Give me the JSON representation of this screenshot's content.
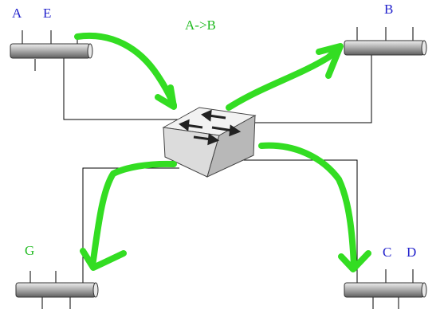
{
  "title": "A->B",
  "colors": {
    "arrow": "#33dd22",
    "host_label": "#2222cc",
    "highlight_label": "#22bb22",
    "wire": "#000000",
    "segment_fill": "#b4b4b4",
    "switch_top": "#f2f2f2",
    "switch_front": "#dcdcdc",
    "switch_side": "#b8b8b8"
  },
  "icons": {
    "switch": "network-switch-icon",
    "segment": "ethernet-segment-icon"
  },
  "segments": [
    {
      "id": "top-left",
      "labels": [
        {
          "text": "A",
          "color": "host_label"
        },
        {
          "text": "E",
          "color": "host_label"
        }
      ]
    },
    {
      "id": "top-right",
      "labels": [
        {
          "text": "B",
          "color": "host_label"
        }
      ]
    },
    {
      "id": "bottom-left",
      "labels": [
        {
          "text": "G",
          "color": "highlight_label"
        }
      ]
    },
    {
      "id": "bottom-right",
      "labels": [
        {
          "text": "C",
          "color": "host_label"
        },
        {
          "text": "D",
          "color": "host_label"
        }
      ]
    }
  ]
}
